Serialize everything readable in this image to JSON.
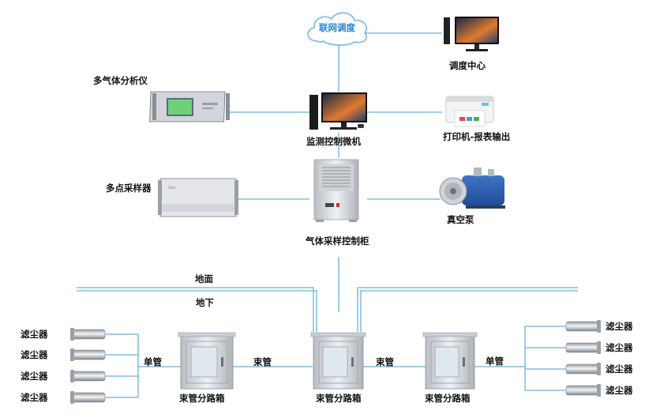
{
  "network": {
    "label": "联网调度"
  },
  "dispatch_center": {
    "label": "调度中心"
  },
  "monitor_pc": {
    "label": "监测控制微机"
  },
  "printer": {
    "label": "打印机-报表输出"
  },
  "gas_analyzer": {
    "label": "多气体分析仪"
  },
  "multipoint_sampler": {
    "label": "多点采样器"
  },
  "sampling_cabinet": {
    "label": "气体采样控制柜"
  },
  "vacuum_pump": {
    "label": "真空泵"
  },
  "ground": {
    "above": "地面",
    "below": "地下"
  },
  "pipes": {
    "single": "单管",
    "bundle": "束管"
  },
  "branch_box": {
    "label": "束管分路箱"
  },
  "filter": {
    "label": "滤尘器"
  },
  "colors": {
    "line": "#6bb1dc",
    "cloud_text": "#2a86c9"
  }
}
